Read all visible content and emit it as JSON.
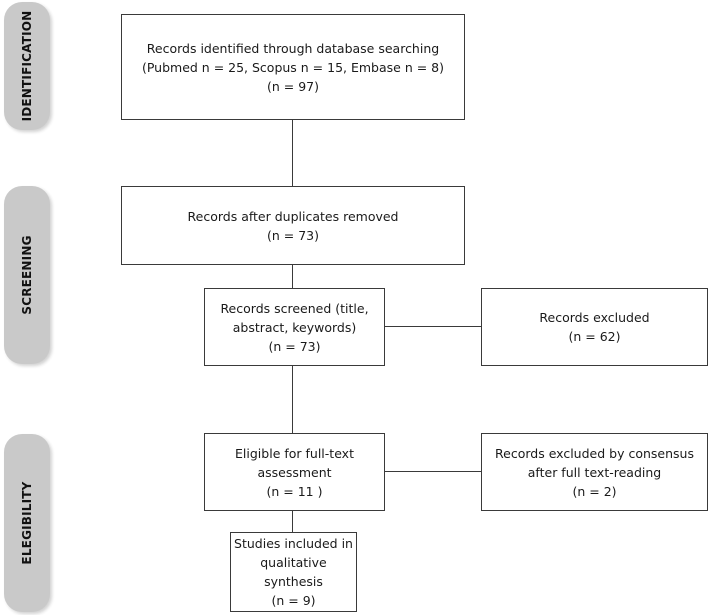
{
  "phases": {
    "identification": "IDENTIFICATION",
    "screening": "SCREENING",
    "eligibility": "ELEGIBILITY"
  },
  "boxes": {
    "identified": {
      "line1": "Records identified through database searching",
      "line2": "(Pubmed n = 25, Scopus n = 15, Embase n = 8)",
      "line3": "(n = 97)"
    },
    "duplicates_removed": {
      "line1": "Records after duplicates removed",
      "line2": "(n = 73)"
    },
    "screened": {
      "line1": "Records screened (title,",
      "line2": "abstract,  keywords)",
      "line3": "(n = 73)"
    },
    "excluded": {
      "line1": "Records excluded",
      "line2": "(n = 62)"
    },
    "eligible": {
      "line1": "Eligible for full-text",
      "line2": "assessment",
      "line3": "(n = 11 )"
    },
    "excluded_consensus": {
      "line1": "Records excluded by consensus",
      "line2": "after full text-reading",
      "line3": "(n = 2)"
    },
    "included": {
      "line1": "Studies included in",
      "line2": "qualitative synthesis",
      "line3": "(n = 9)"
    }
  }
}
